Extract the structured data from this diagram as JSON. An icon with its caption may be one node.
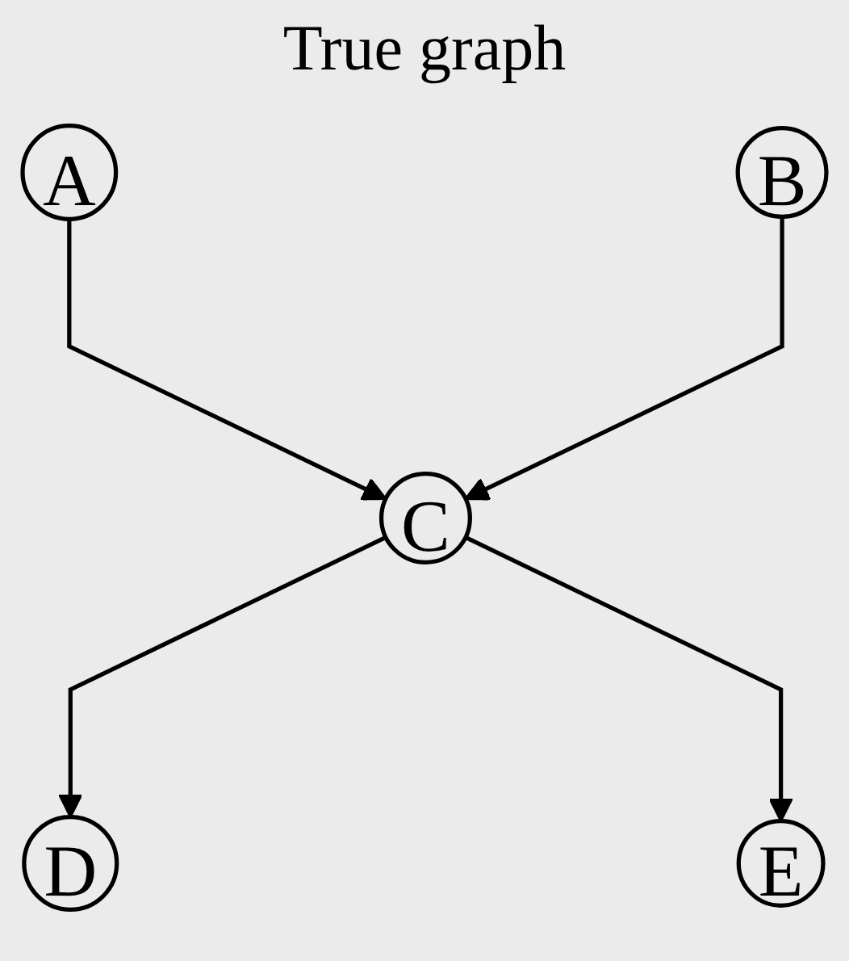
{
  "diagram": {
    "title": "True graph",
    "nodes": [
      {
        "text": [
          "A"
        ]
      },
      {
        "text": [
          "B"
        ]
      },
      {
        "text": [
          "C"
        ]
      },
      {
        "text": [
          "D"
        ]
      },
      {
        "text": [
          "E"
        ]
      }
    ],
    "edges": [
      {
        "from": 0,
        "to": 2,
        "arrow": "to"
      },
      {
        "from": 1,
        "to": 2,
        "arrow": "to"
      },
      {
        "from": 2,
        "to": 3,
        "arrow": "to"
      },
      {
        "from": 2,
        "to": 4,
        "arrow": "to"
      }
    ]
  }
}
